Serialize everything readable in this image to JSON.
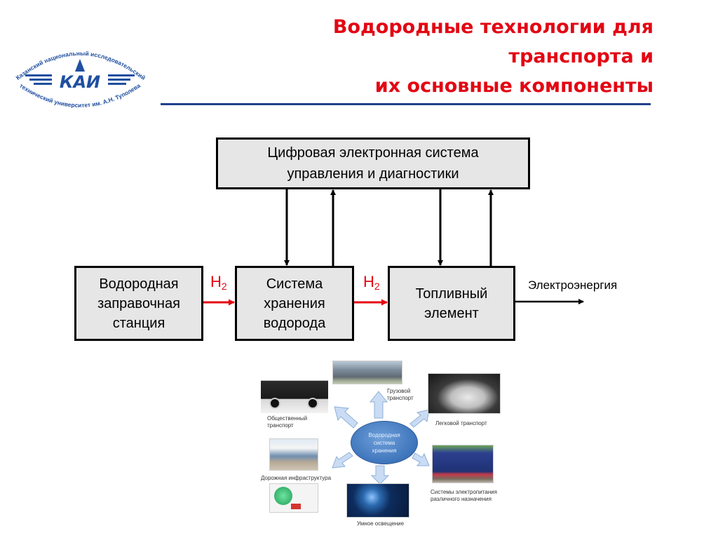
{
  "logo": {
    "abbr": "КАИ",
    "arc_top": "Казанский национальный исследовательский",
    "arc_bottom": "технический университет им. А.Н. Туполева",
    "color": "#1f4fa0"
  },
  "title": {
    "lines": [
      "Водородные технологии для",
      "транспорта и",
      "их основные компоненты"
    ],
    "color": "#e30613",
    "rule_color": "#1f3f8a"
  },
  "diagram": {
    "control_box": {
      "lines": [
        "Цифровая электронная система",
        "управления и диагностики"
      ]
    },
    "station_box": {
      "lines": [
        "Водородная",
        "заправочная",
        "станция"
      ]
    },
    "storage_box": {
      "lines": [
        "Система",
        "хранения",
        "водорода"
      ]
    },
    "fuel_box": {
      "lines": [
        "Топливный",
        "элемент"
      ]
    },
    "flow_label_1": {
      "base": "H",
      "sub": "2"
    },
    "flow_label_2": {
      "base": "H",
      "sub": "2"
    },
    "output_label": "Электроэнергия",
    "flow_color": "#e30613",
    "box_fill": "#e6e6e6"
  },
  "infographic": {
    "center": [
      "Водородная",
      "система",
      "хранения"
    ],
    "items": [
      {
        "id": "public",
        "caption": [
          "Общественный",
          "транспорт"
        ]
      },
      {
        "id": "cargo",
        "caption": [
          "Грузовой",
          "транспорт"
        ]
      },
      {
        "id": "passenger",
        "caption": [
          "Легковой транспорт"
        ]
      },
      {
        "id": "road",
        "caption": [
          "Дорожная инфраструктура"
        ]
      },
      {
        "id": "lighting",
        "caption": [
          "Умное освещение"
        ]
      },
      {
        "id": "power",
        "caption": [
          "Системы электропитания",
          "различного назначения"
        ]
      }
    ]
  }
}
